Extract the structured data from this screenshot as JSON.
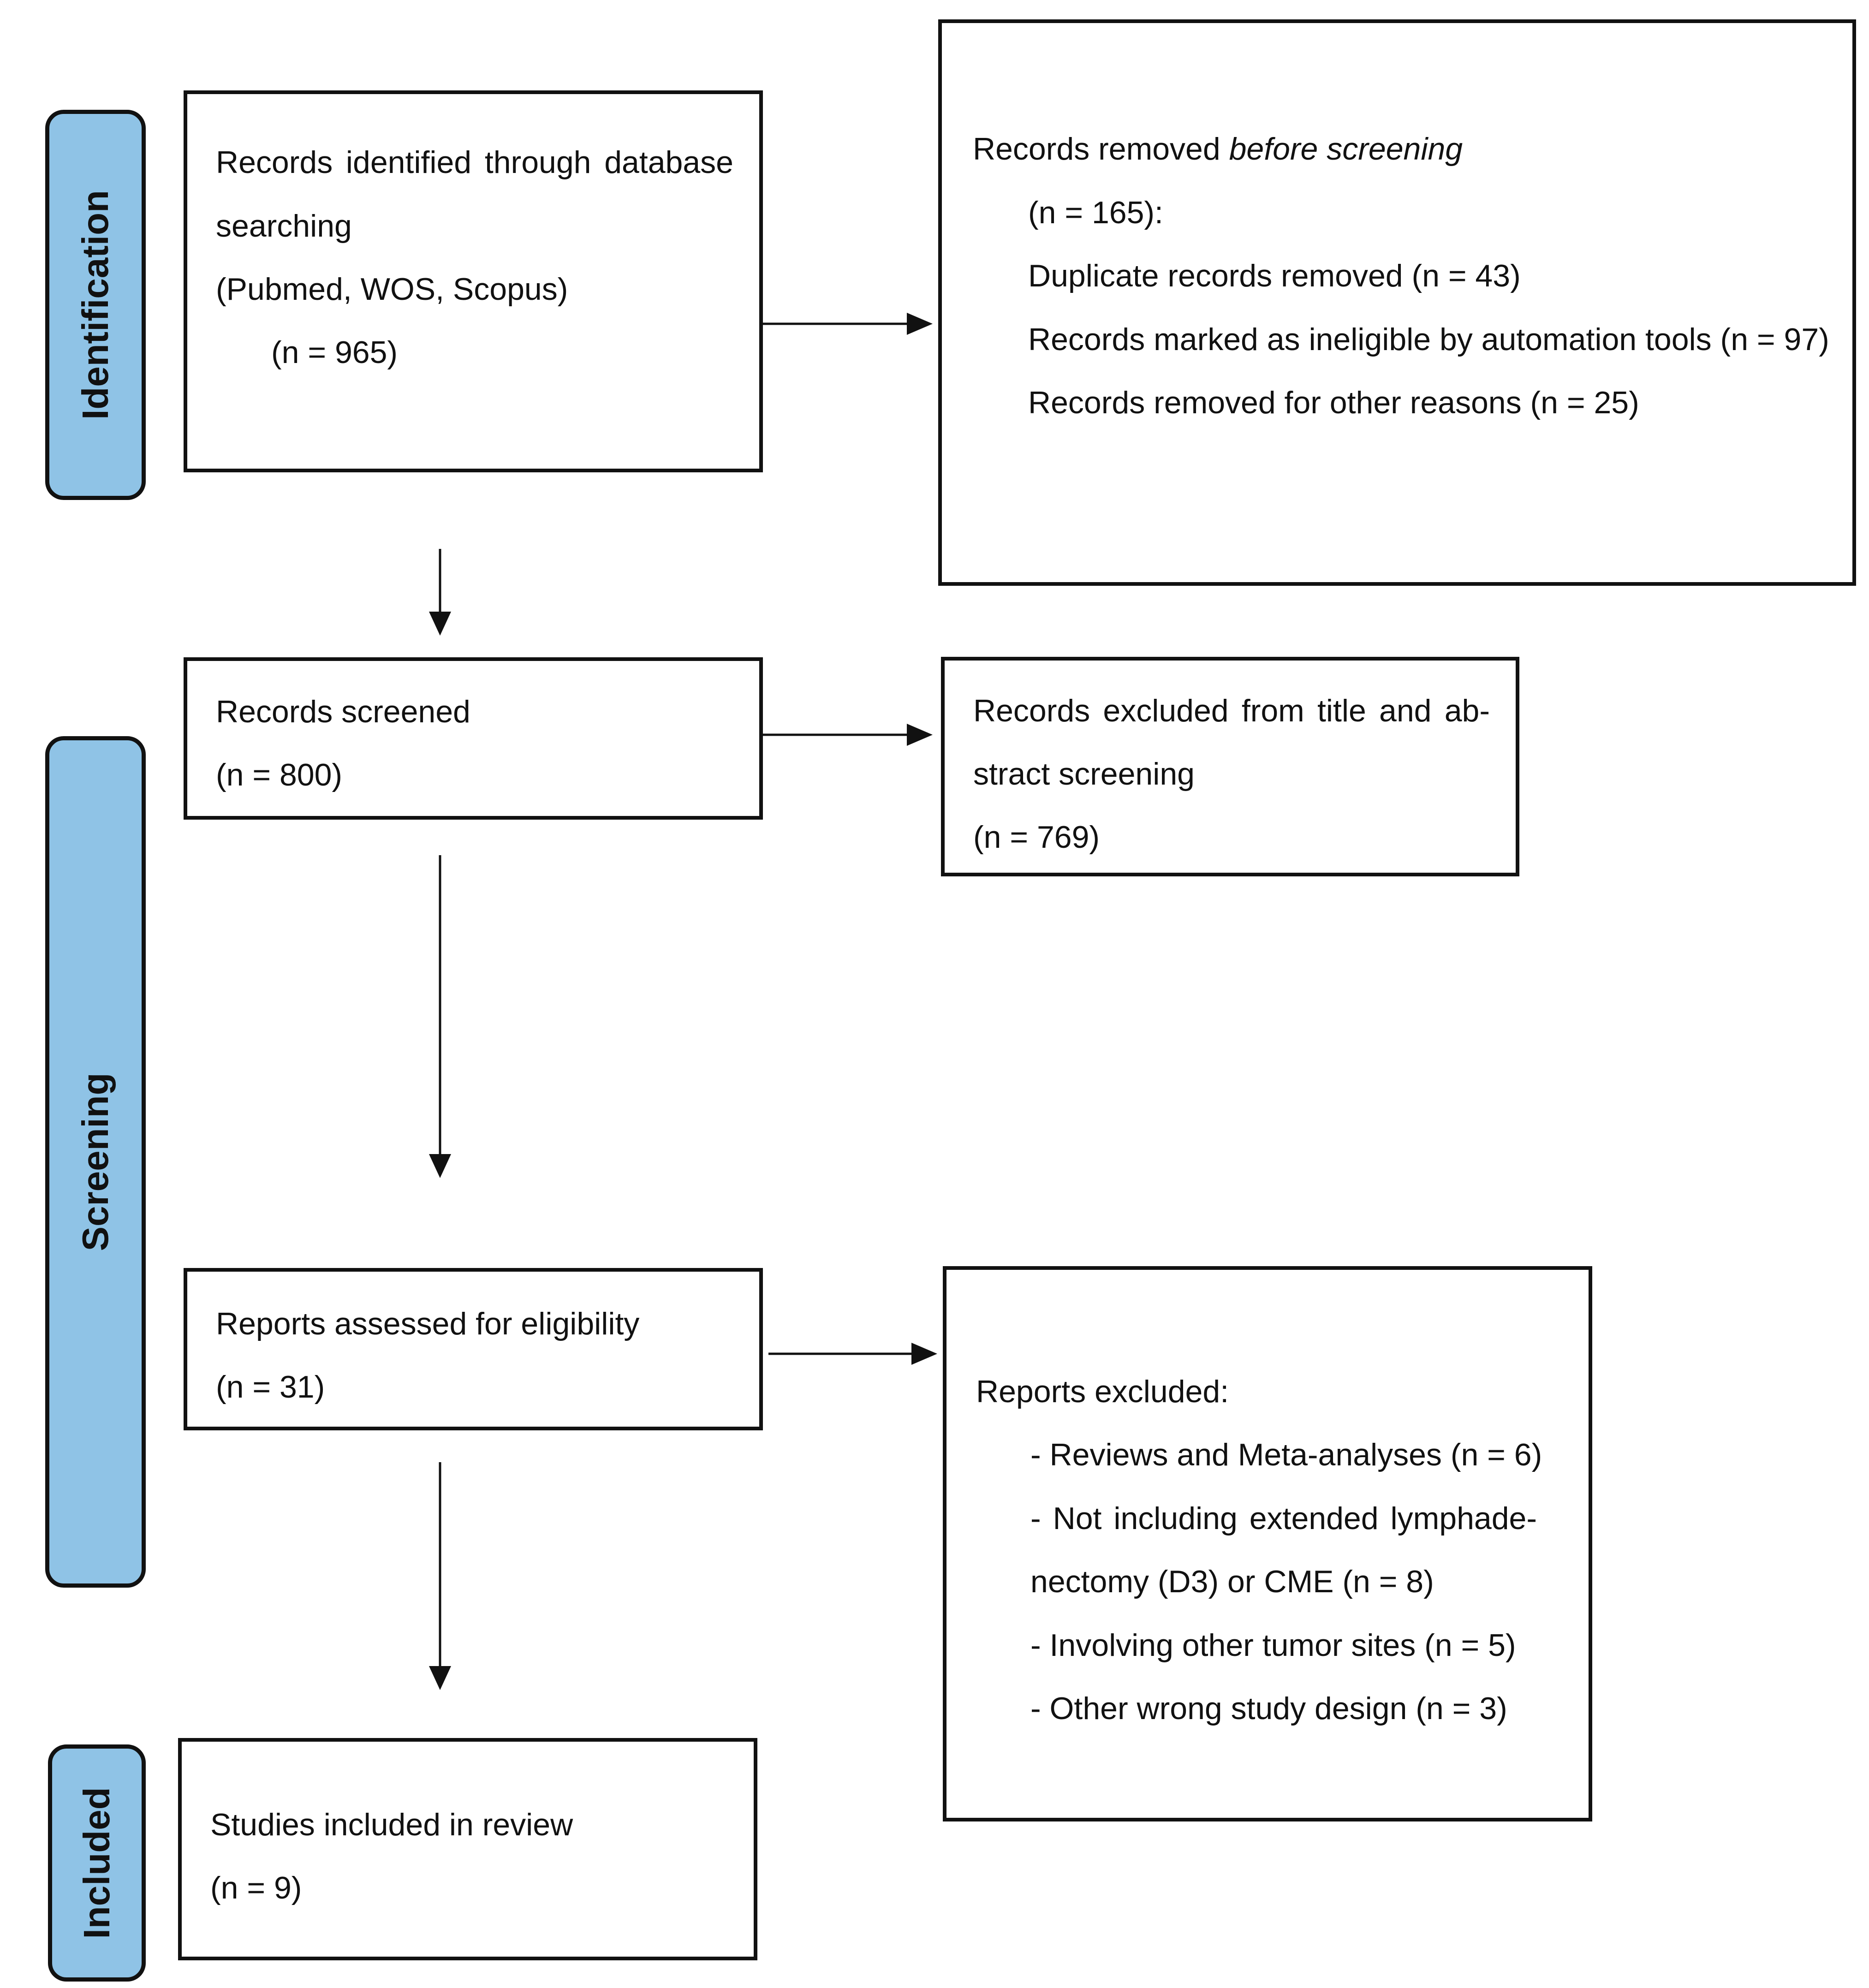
{
  "phases": {
    "identification": "Identification",
    "screening": "Screening",
    "included": "Included"
  },
  "identified": {
    "line1": "Records identified through database",
    "line2": "searching",
    "line3": "(Pubmed, WOS, Scopus)",
    "count": "(n = 965)"
  },
  "removed": {
    "title_normal": "Records removed ",
    "title_italic": "before screening",
    "count": "(n = 165):",
    "items": [
      "Duplicate records removed (n = 43)",
      "Records marked as ineligible by automation tools (n = 97)",
      "Records removed for other reasons (n = 25)"
    ]
  },
  "screened": {
    "title": "Records screened",
    "count": "(n = 800)"
  },
  "excluded_title_abstract": {
    "line1": "Records excluded from title and ab-",
    "line2": "stract screening",
    "count": "(n = 769)"
  },
  "eligibility": {
    "title": "Reports assessed for eligibility",
    "count": "(n = 31)"
  },
  "reports_excluded": {
    "title": "Reports excluded:",
    "lines": [
      "- Reviews and Meta-analyses (n = 6)",
      "- Not including extended lymphade-",
      "nectomy (D3) or CME (n = 8)",
      "- Involving other tumor sites (n = 5)",
      "- Other wrong study design (n = 3)"
    ]
  },
  "included_studies": {
    "title": "Studies included in review",
    "count": "(n = 9)"
  }
}
